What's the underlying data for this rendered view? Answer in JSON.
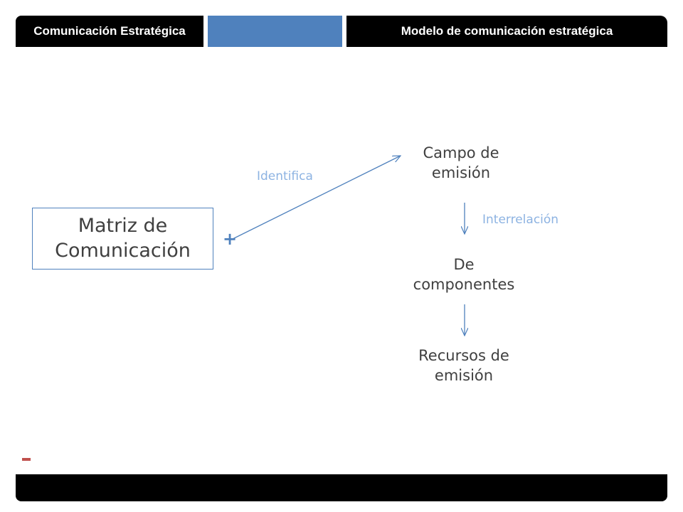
{
  "header": {
    "left_title": "Comunicación Estratégica",
    "right_title": "Modelo de comunicación estratégica"
  },
  "diagram": {
    "source_box": "Matriz de\nComunicación",
    "plus": "+",
    "minus": "-",
    "nodes": {
      "campo": "Campo de\nemisión",
      "componentes": "De\ncomponentes",
      "recursos": "Recursos de\nemisión"
    },
    "relations": {
      "identifica": "Identifica",
      "interrelacion": "Interrelación"
    }
  },
  "colors": {
    "accent": "#4f81bd",
    "label": "#8db3e2",
    "text": "#404040",
    "minus": "#c0504d",
    "bar": "#000000"
  }
}
